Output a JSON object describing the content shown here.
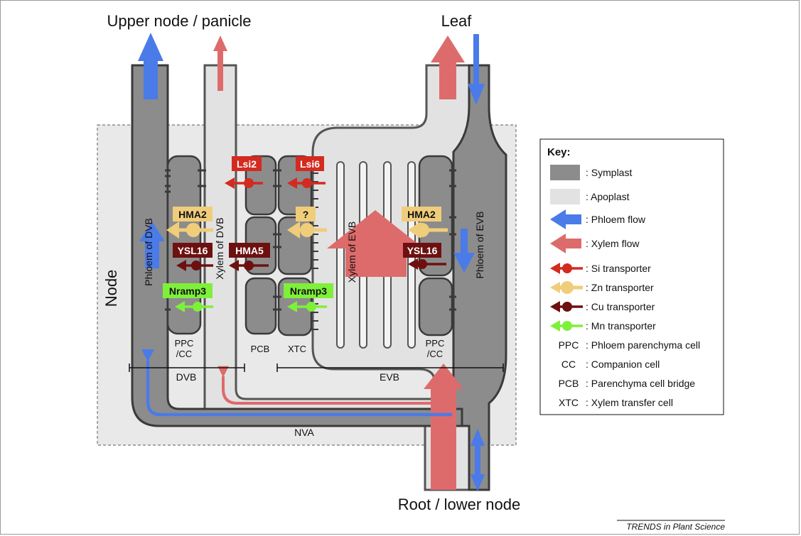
{
  "labels": {
    "upper": "Upper node / panicle",
    "leaf": "Leaf",
    "root": "Root / lower node",
    "node": "Node",
    "phloem_dvb": "Phloem of DVB",
    "xylem_dvb": "Xylem of DVB",
    "xylem_evb": "Xylem of EVB",
    "phloem_evb": "Phloem of EVB",
    "ppc_cc_left_1": "PPC",
    "ppc_cc_left_2": "/CC",
    "pcb": "PCB",
    "xtc": "XTC",
    "ppc_cc_right_1": "PPC",
    "ppc_cc_right_2": "/CC",
    "dvb": "DVB",
    "evb": "EVB",
    "nva": "NVA",
    "source": "TRENDS in Plant Science"
  },
  "transporters": {
    "lsi2": "Lsi2",
    "lsi6": "Lsi6",
    "hma2_left": "HMA2",
    "unknown": "?",
    "hma2_right": "HMA2",
    "ysl16_left": "YSL16",
    "hma5": "HMA5",
    "ysl16_right": "YSL16",
    "nramp3_left": "Nramp3",
    "nramp3_right": "Nramp3"
  },
  "key": {
    "title": "Key:",
    "items": [
      {
        "symbol": "",
        "label": ": Symplast"
      },
      {
        "symbol": "",
        "label": ": Apoplast"
      },
      {
        "symbol": "",
        "label": ": Phloem flow"
      },
      {
        "symbol": "",
        "label": ": Xylem flow"
      },
      {
        "symbol": "",
        "label": ": Si transporter"
      },
      {
        "symbol": "",
        "label": ": Zn transporter"
      },
      {
        "symbol": "",
        "label": ": Cu transporter"
      },
      {
        "symbol": "",
        "label": ": Mn transporter"
      },
      {
        "symbol": "PPC",
        "label": ": Phloem parenchyma cell"
      },
      {
        "symbol": "CC",
        "label": ": Companion cell"
      },
      {
        "symbol": "PCB",
        "label": ": Parenchyma cell bridge"
      },
      {
        "symbol": "XTC",
        "label": ": Xylem transfer cell"
      }
    ]
  },
  "colors": {
    "symplast": "#8c8c8c",
    "apoplast": "#e2e2e2",
    "phloem": "#4a7be8",
    "xylem": "#de6b6b",
    "si": "#d42a1f",
    "zn": "#f0cd7a",
    "cu": "#6e1010",
    "mn": "#7ef03a"
  }
}
